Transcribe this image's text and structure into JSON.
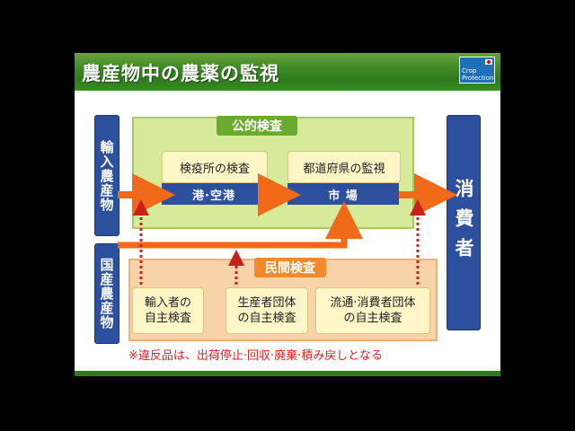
{
  "slide": {
    "title": "農産物中の農薬の監視",
    "logo": {
      "line1": "Crop",
      "line2": "Protection"
    }
  },
  "left": {
    "imported_label": "輸入農産物",
    "domestic_label": "国産農産物"
  },
  "right": {
    "consumer_label": "消費者"
  },
  "public_inspection": {
    "label": "公的検査",
    "quarantine_title": "検疫所の検査",
    "quarantine_place": "港·空港",
    "prefecture_title": "都道府県の監視",
    "prefecture_place": "市 場"
  },
  "private_inspection": {
    "label": "民間検査",
    "importer": "輸入者の\n自主検査",
    "producer": "生産者団体\nの自主検査",
    "distributor": "流通·消費者団体\nの自主検査"
  },
  "note": "※違反品は、出荷停止·回収·廃棄·積み戻しとなる",
  "colors": {
    "title_green": "#3f8a25",
    "navy": "#2c4f9e",
    "public_zone": "#d6ea9a",
    "private_zone": "#f9d3a8",
    "arrow_orange": "#f06a1a",
    "dotted_red": "#c8221a"
  }
}
